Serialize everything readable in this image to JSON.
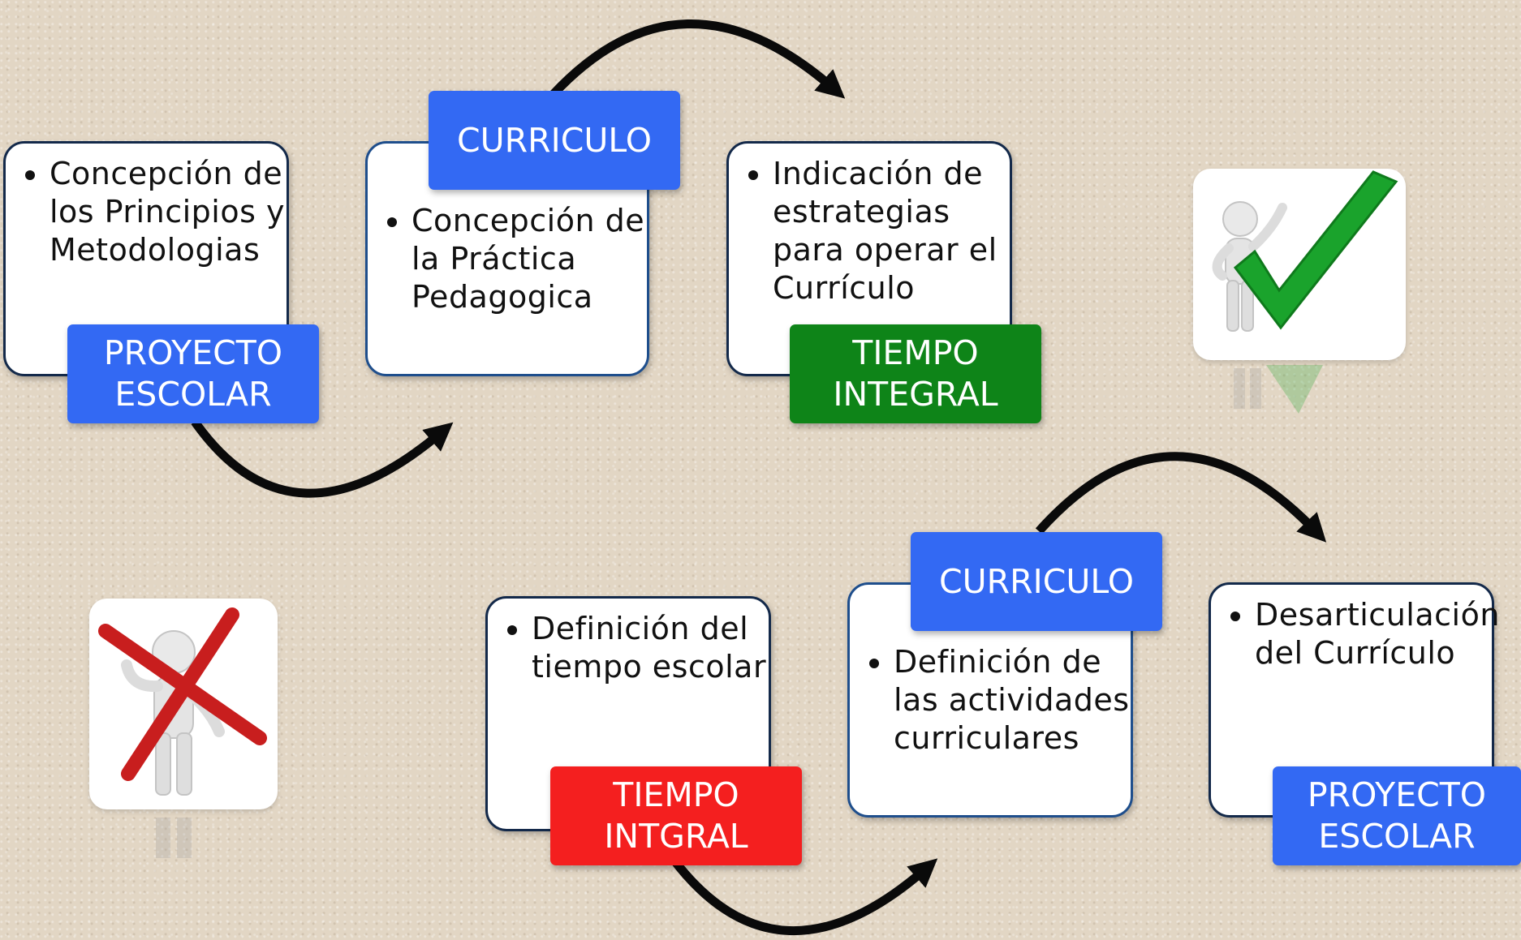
{
  "top_row": {
    "proyecto": {
      "text": "Concepción de los Principios y Metodologias",
      "label": "PROYECTO\nESCOLAR"
    },
    "curriculo": {
      "text": "Concepción de la Práctica Pedagogica",
      "label": "CURRICULO"
    },
    "tiempo": {
      "text": "Indicación de estrategias para operar el Currículo",
      "label": "TIEMPO\nINTEGRAL"
    },
    "status_icon": "person-with-checkmark-icon"
  },
  "bottom_row": {
    "tiempo": {
      "text": "Definición del tiempo escolar",
      "label": "TIEMPO\nINTGRAL"
    },
    "curriculo": {
      "text": "Definición de las actividades curriculares",
      "label": "CURRICULO"
    },
    "proyecto": {
      "text": "Desarticulación del Currículo",
      "label": "PROYECTO\nESCOLAR"
    },
    "status_icon": "person-with-cross-icon"
  },
  "colors": {
    "blue": "#3369f3",
    "green": "#0e8418",
    "red": "#f41f1f",
    "check": "#1aa32c",
    "cross": "#c81e1e"
  }
}
